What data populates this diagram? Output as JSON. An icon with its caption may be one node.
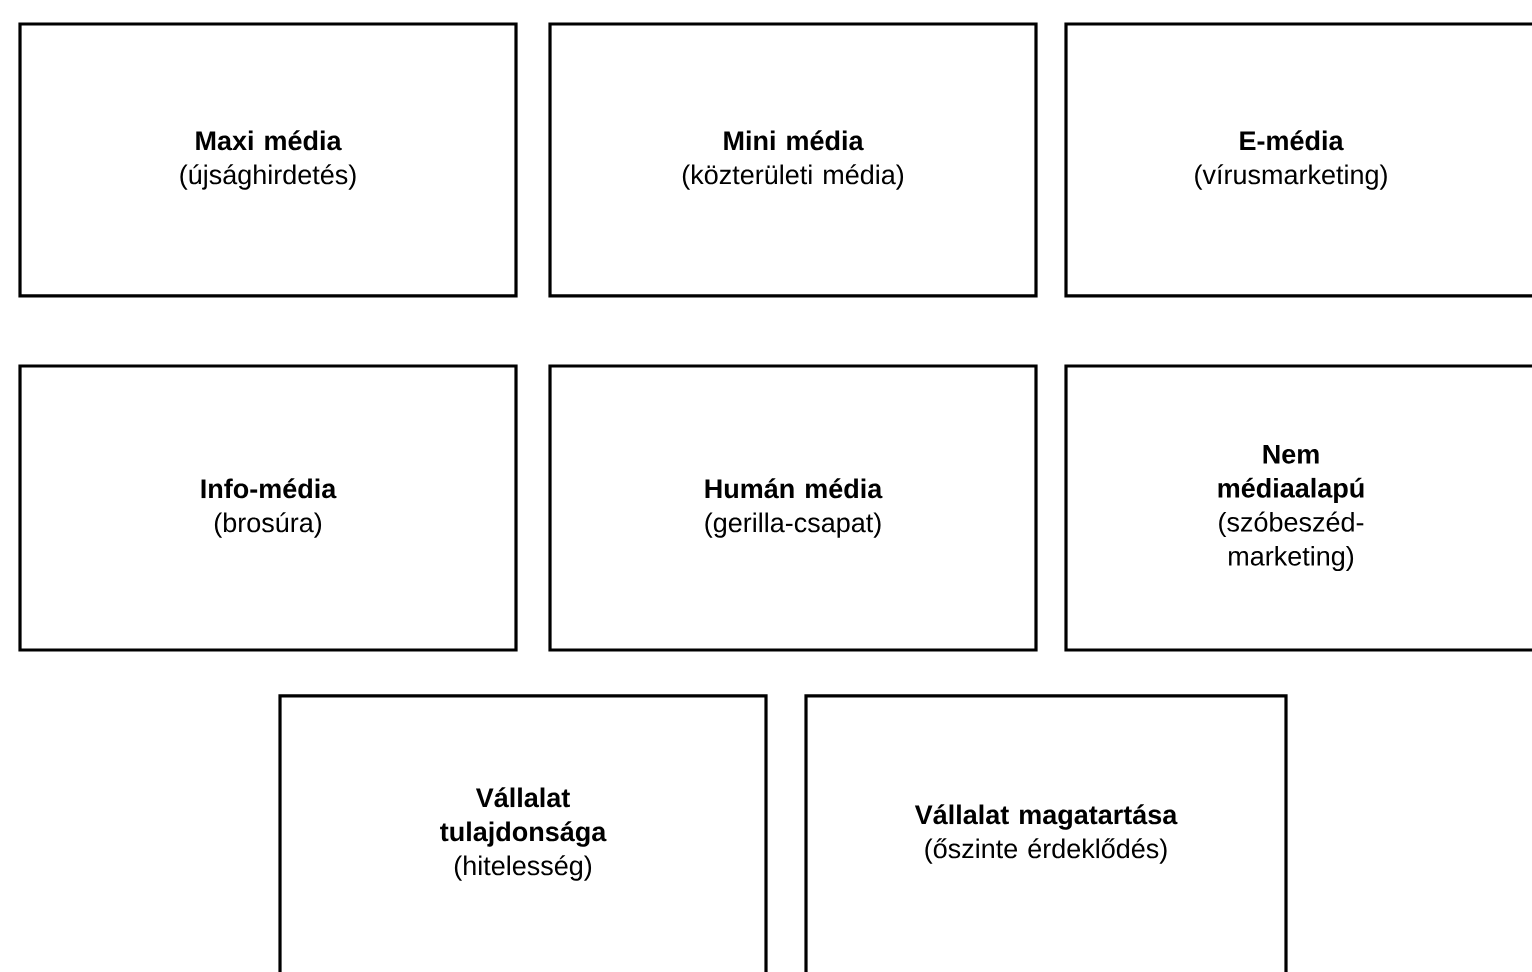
{
  "diagram": {
    "nodes": [
      {
        "text": [
          "Maxi média",
          "(újsághirdetés)"
        ]
      },
      {
        "text": [
          "Mini média",
          "(közterületi média)"
        ]
      },
      {
        "text": [
          "E-média",
          "(vírusmarketing)"
        ]
      },
      {
        "text": [
          "Info-média",
          "(brosúra)"
        ]
      },
      {
        "text": [
          "Humán média",
          "(gerilla-csapat)"
        ]
      },
      {
        "text": [
          "Nem médiaalapú",
          "(szóbeszéd-marketing)"
        ]
      },
      {
        "text": [
          "Vállalat tulajdonsága",
          "(hitelesség)"
        ]
      },
      {
        "text": [
          "Vállalat magatartása",
          "(őszinte érdeklődés)"
        ]
      }
    ]
  }
}
